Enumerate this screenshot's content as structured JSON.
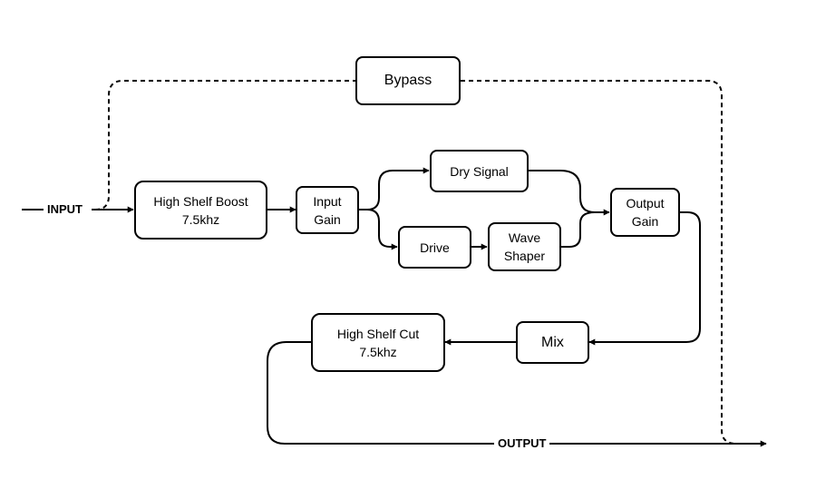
{
  "diagram": {
    "io": {
      "input": "INPUT",
      "output": "OUTPUT"
    },
    "blocks": {
      "bypass": "Bypass",
      "high_shelf_boost": "High Shelf Boost\n7.5khz",
      "input_gain": "Input\nGain",
      "dry_signal": "Dry Signal",
      "drive": "Drive",
      "wave_shaper": "Wave\nShaper",
      "output_gain": "Output\nGain",
      "mix": "Mix",
      "high_shelf_cut": "High Shelf Cut\n7.5khz"
    },
    "colors": {
      "stroke": "#000000",
      "fill": "#ffffff"
    }
  }
}
